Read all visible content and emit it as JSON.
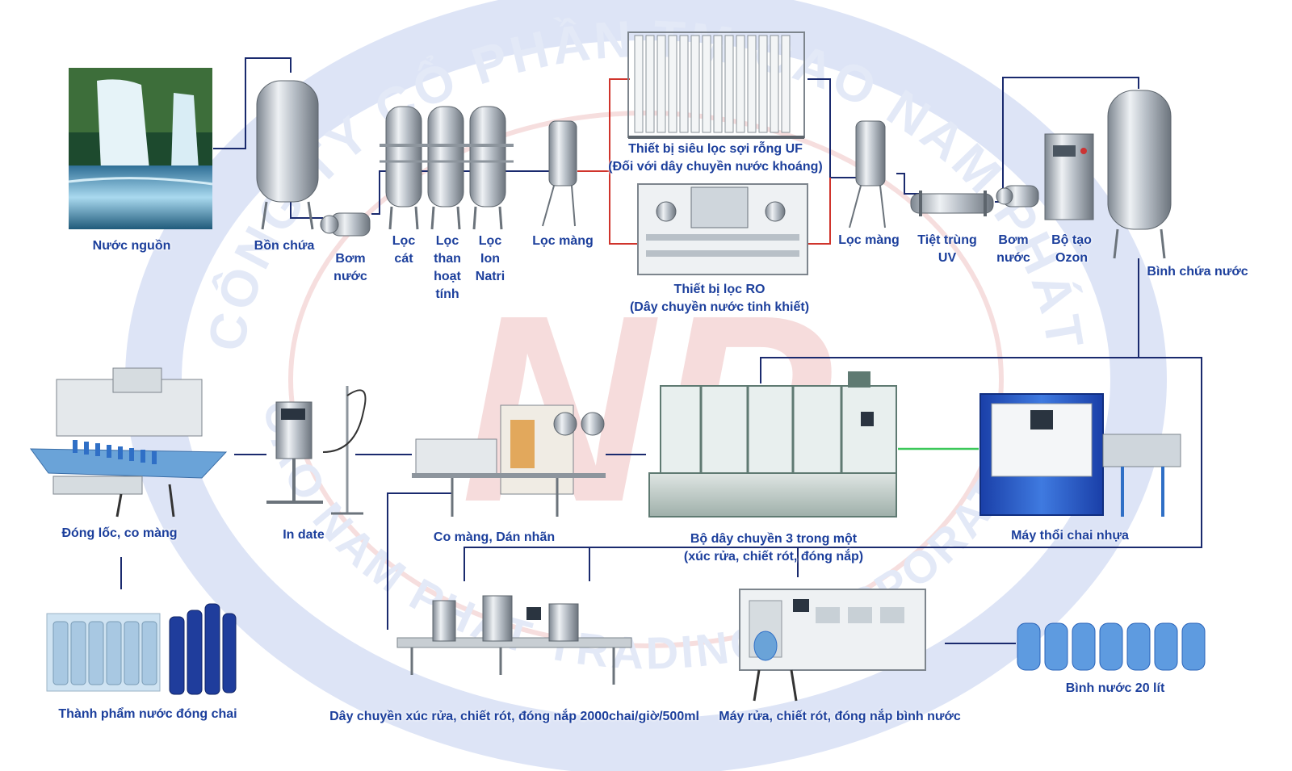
{
  "watermark": {
    "logo_text": "NP",
    "ring_text_top": "CÔNG TY CỔ PHẦN TM CAO NAM PHÁT",
    "ring_text_bottom": "CAO NAM PHAT TRADING CORPORATION"
  },
  "stages": {
    "source_water": "Nước nguồn",
    "storage_tank": "Bồn chứa",
    "pump_1": [
      "Bơm",
      "nước"
    ],
    "sand_filter": [
      "Lọc",
      "cát"
    ],
    "carbon_filter": [
      "Lọc",
      "than",
      "hoạt",
      "tính"
    ],
    "sodium_filter": [
      "Lọc",
      "Ion",
      "Natri"
    ],
    "membrane_filter_1": "Lọc màng",
    "uf_unit": [
      "Thiết bị siêu lọc sợi rỗng UF",
      "(Đối với dây chuyền nước khoáng)"
    ],
    "ro_unit": [
      "Thiết bị lọc RO",
      "(Dây chuyền nước tinh khiết)"
    ],
    "membrane_filter_2": "Lọc màng",
    "uv_sterilizer": [
      "Tiệt trùng",
      "UV"
    ],
    "pump_2": [
      "Bơm",
      "nước"
    ],
    "ozone_generator": [
      "Bộ tạo",
      "Ozon"
    ],
    "water_tank": "Bình chứa nước",
    "shrink_wrap": "Đóng lốc, co màng",
    "date_printer": "In date",
    "labeling": "Co màng,  Dán nhãn",
    "monoblock": [
      "Bộ dây chuyền 3 trong một",
      "(xúc rửa, chiết rót, đóng nắp)"
    ],
    "blow_molding": "Máy thổi chai nhựa",
    "finished_bottles": "Thành phẩm nước đóng chai",
    "bottling_line": "Dây chuyền xúc rửa, chiết rót, đóng nắp 2000chai/giờ/500ml",
    "jug_filler": "Máy rửa, chiết rót, đóng nắp bình nước",
    "jug_20l": "Bình nước 20 lít"
  },
  "colors": {
    "label": "#1c3f9c",
    "pipe": "#1a2a6e",
    "pipe_alt": "#d0342c",
    "pipe_green": "#3cc85a",
    "watermark": "#c8d3ef",
    "watermark_red": "#f1c9c9"
  }
}
